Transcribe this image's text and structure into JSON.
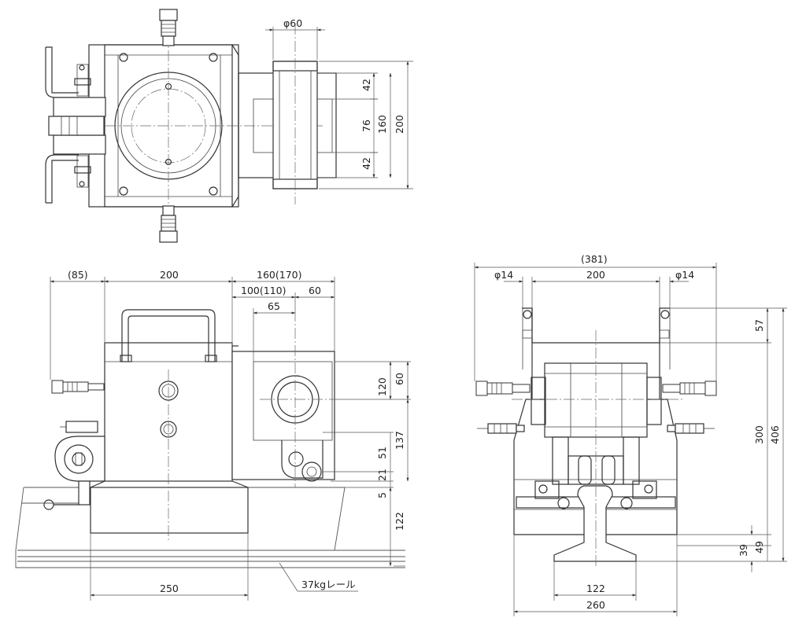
{
  "diagram": {
    "top_view": {
      "dims": {
        "pipe_dia": "φ60",
        "d42a": "42",
        "d76": "76",
        "d160": "160",
        "d200": "200",
        "d42b": "42"
      }
    },
    "front_view": {
      "dims": {
        "d85": "(85)",
        "d200": "200",
        "d160_170": "160(170)",
        "d100_110": "100(110)",
        "d60top": "60",
        "d65": "65",
        "d120": "120",
        "d60r": "60",
        "d137": "137",
        "d51": "51",
        "d21": "21",
        "d5": "5",
        "d122": "122",
        "d250": "250"
      },
      "rail_label": "37kgレール"
    },
    "side_view": {
      "dims": {
        "d381": "(381)",
        "phi14_left": "φ14",
        "d200": "200",
        "phi14_right": "φ14",
        "d57": "57",
        "d300": "300",
        "d406": "406",
        "d39": "39",
        "d49": "49",
        "d122": "122",
        "d260": "260"
      }
    }
  }
}
